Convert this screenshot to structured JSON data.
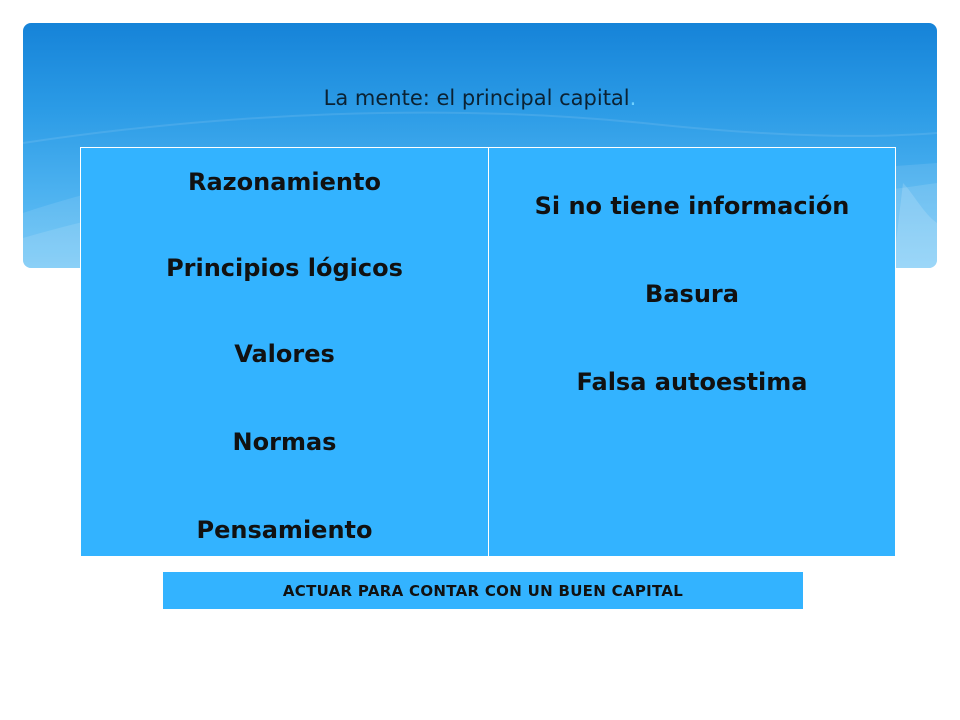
{
  "title": {
    "text": "La mente: el  principal capital",
    "trailing": "."
  },
  "table": {
    "left_column": [
      "Razonamiento",
      "Principios lógicos",
      "Valores",
      "Normas",
      "Pensamiento"
    ],
    "right_column": [
      "Si no tiene información",
      "Basura",
      "Falsa autoestima"
    ]
  },
  "footer": {
    "text": "ACTUAR PARA CONTAR CON UN BUEN CAPITAL"
  },
  "colors": {
    "banner": "#2b9be6",
    "cell_fill": "#33b3ff",
    "text": "#111111"
  }
}
